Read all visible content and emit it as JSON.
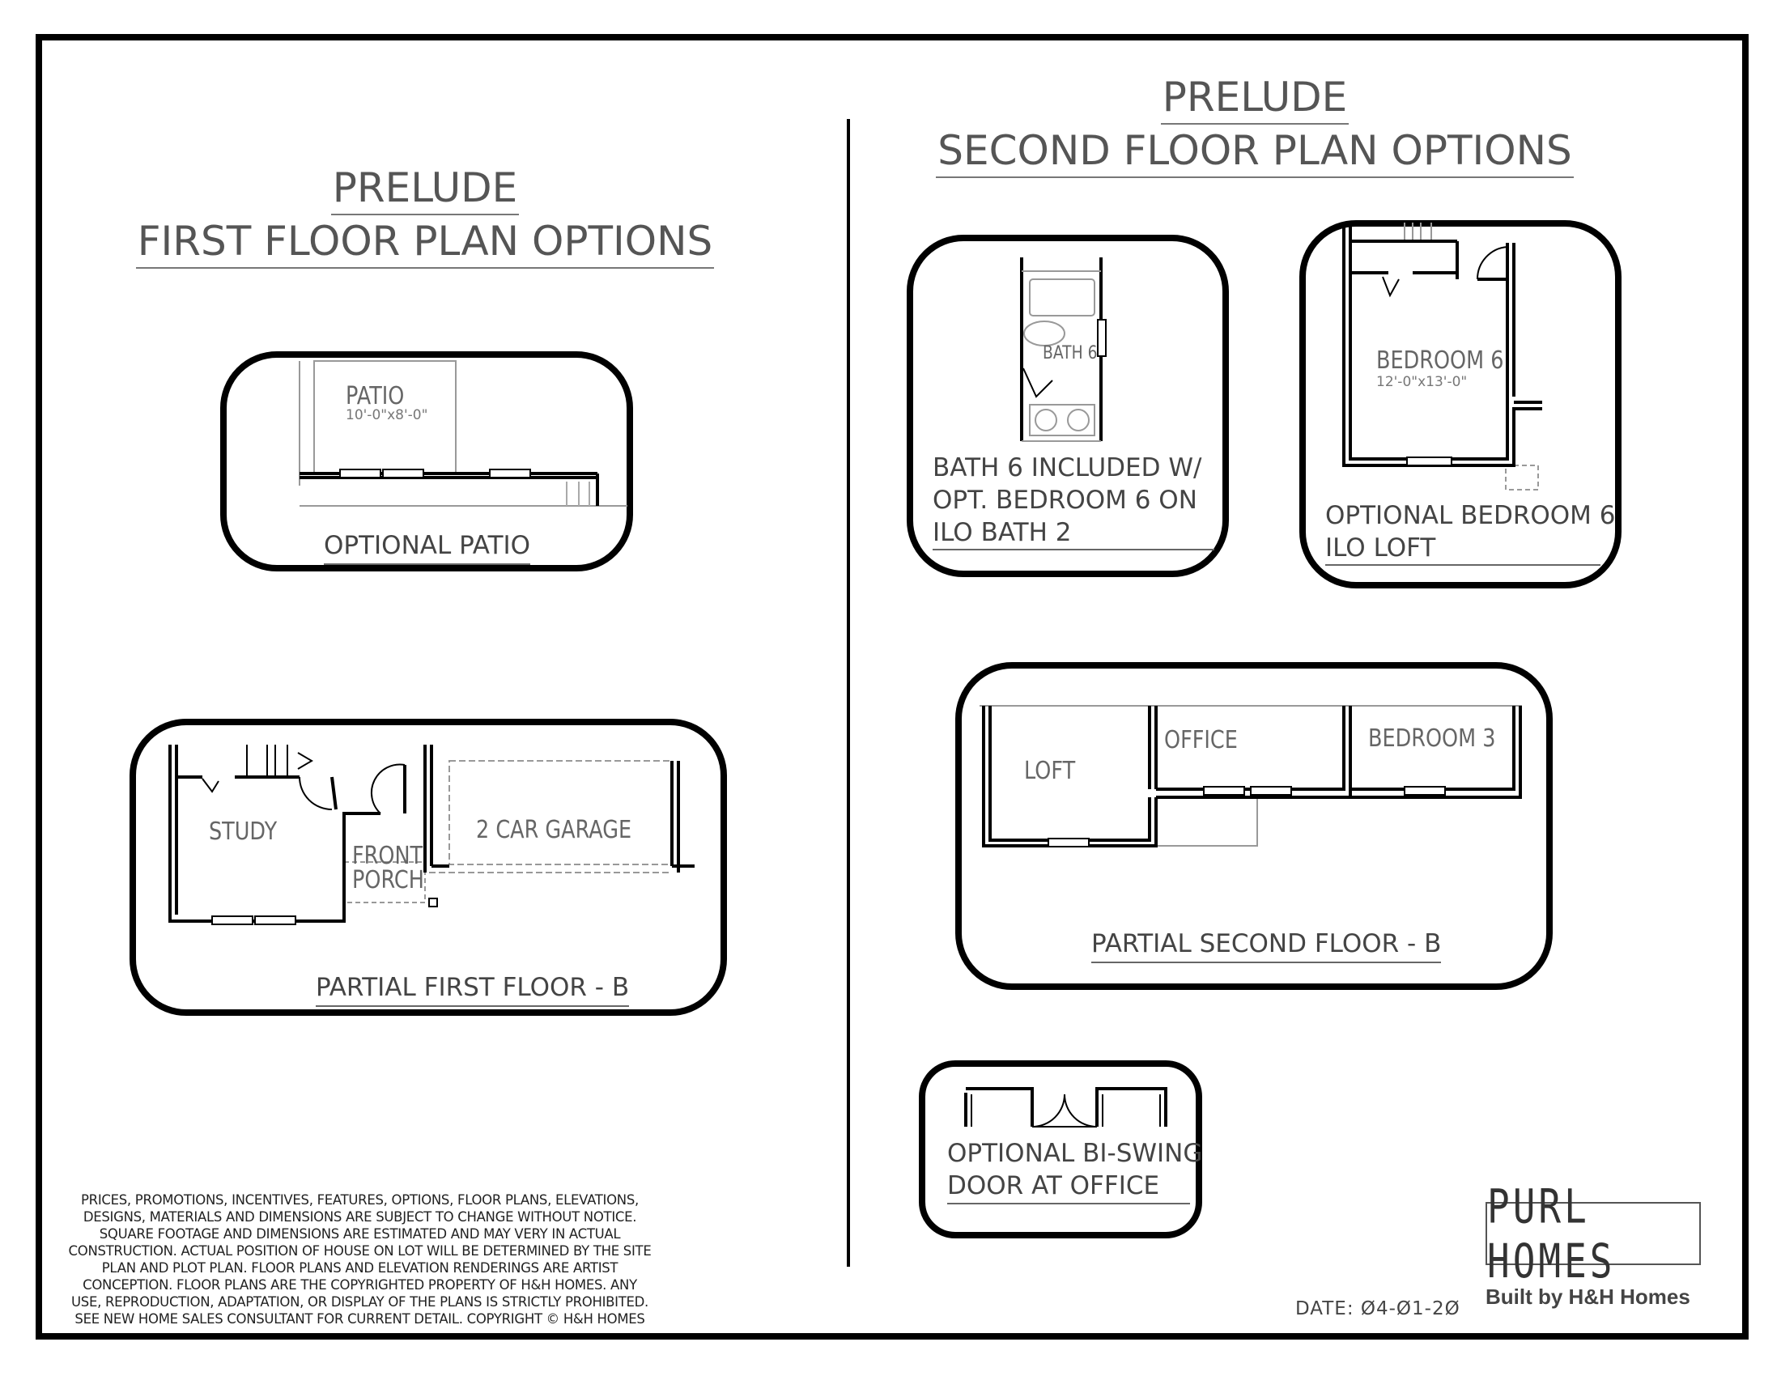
{
  "first_floor_title": {
    "line1": "PRELUDE",
    "line2": "FIRST FLOOR PLAN OPTIONS"
  },
  "second_floor_title": {
    "line1": "PRELUDE",
    "line2": "SECOND FLOOR PLAN OPTIONS"
  },
  "patio_option": {
    "room": "PATIO",
    "dims": "10'-0\"x8'-0\"",
    "caption": "OPTIONAL PATIO"
  },
  "first_floor_b": {
    "study": "STUDY",
    "front_porch_1": "FRONT",
    "front_porch_2": "PORCH",
    "garage": "2 CAR GARAGE",
    "caption": "PARTIAL FIRST FLOOR - B"
  },
  "bath6_option": {
    "room": "BATH 6",
    "caption_lines": [
      "BATH 6 INCLUDED W/",
      "OPT. BEDROOM 6 ON",
      "ILO BATH 2"
    ]
  },
  "bedroom6_option": {
    "room": "BEDROOM 6",
    "dims": "12'-0\"x13'-0\"",
    "caption_lines": [
      "OPTIONAL BEDROOM 6",
      "ILO LOFT"
    ]
  },
  "second_floor_b": {
    "loft": "LOFT",
    "office": "OFFICE",
    "bedroom3": "BEDROOM 3",
    "caption": "PARTIAL SECOND FLOOR - B"
  },
  "biswing_option": {
    "caption_lines": [
      "OPTIONAL BI-SWING",
      "DOOR AT OFFICE"
    ]
  },
  "disclaimer": "PRICES, PROMOTIONS, INCENTIVES, FEATURES, OPTIONS, FLOOR PLANS, ELEVATIONS, DESIGNS, MATERIALS AND DIMENSIONS ARE SUBJECT TO CHANGE WITHOUT NOTICE. SQUARE FOOTAGE AND DIMENSIONS ARE ESTIMATED AND MAY VERY IN ACTUAL CONSTRUCTION. ACTUAL POSITION OF HOUSE ON LOT WILL BE DETERMINED BY THE SITE PLAN AND PLOT PLAN. FLOOR PLANS AND ELEVATION RENDERINGS ARE ARTIST CONCEPTION. FLOOR PLANS ARE THE COPYRIGHTED PROPERTY OF H&H HOMES. ANY USE, REPRODUCTION, ADAPTATION, OR DISPLAY OF THE PLANS IS STRICTLY PROHIBITED. SEE NEW HOME SALES CONSULTANT FOR CURRENT DETAIL. COPYRIGHT © H&H HOMES",
  "date": "DATE: Ø4-Ø1-2Ø",
  "logo": {
    "text": "PURL HOMES",
    "tagline": "Built by H&H Homes"
  }
}
